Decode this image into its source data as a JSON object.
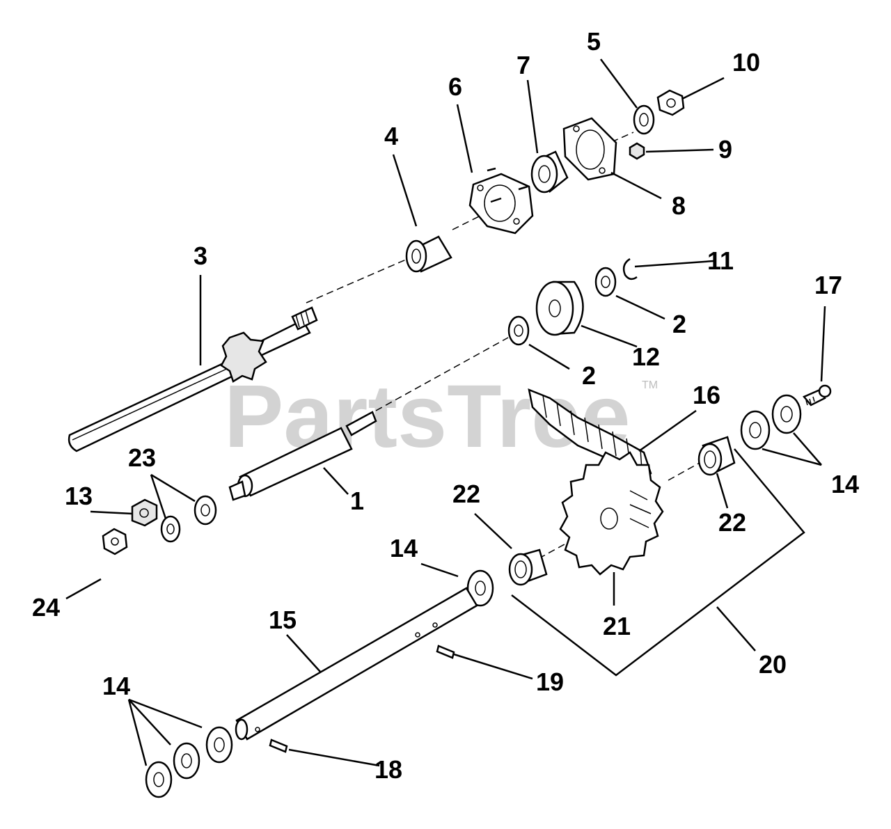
{
  "watermark": {
    "text": "PartsTree",
    "trademark": "TM"
  },
  "callouts": {
    "c1": "1",
    "c2a": "2",
    "c2b": "2",
    "c3": "3",
    "c4": "4",
    "c5": "5",
    "c6": "6",
    "c7": "7",
    "c8": "8",
    "c9": "9",
    "c10": "10",
    "c11": "11",
    "c12": "12",
    "c13": "13",
    "c14a": "14",
    "c14b": "14",
    "c14c": "14",
    "c15": "15",
    "c16": "16",
    "c17": "17",
    "c18": "18",
    "c19": "19",
    "c20": "20",
    "c21": "21",
    "c22a": "22",
    "c22b": "22",
    "c23": "23",
    "c24": "24"
  }
}
